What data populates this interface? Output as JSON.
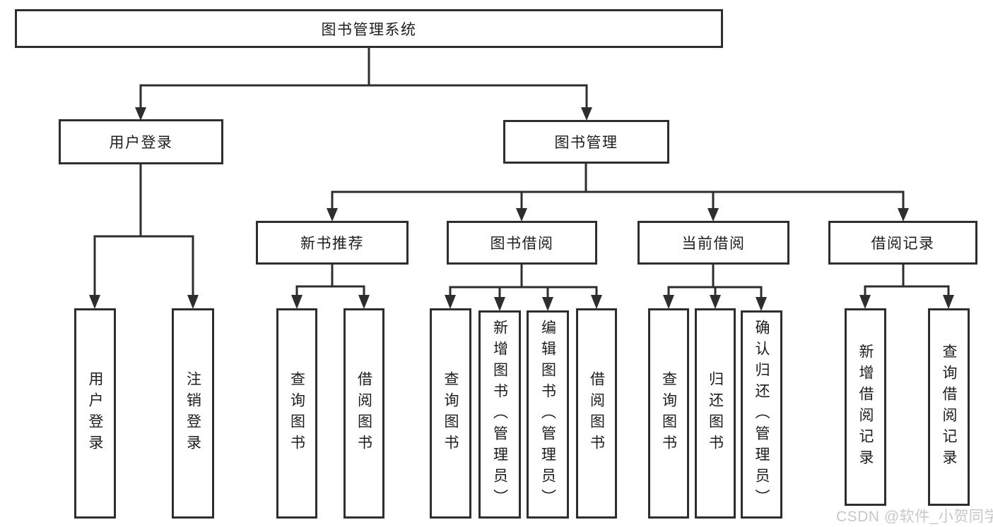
{
  "diagram": {
    "title": "图书管理系统",
    "watermark": "CSDN @软件_小贺同学",
    "colors": {
      "line": "#2e2e2e",
      "text": "#1d1d1d",
      "background": "#ffffff",
      "watermark": "#c7c7c7"
    },
    "nodes": {
      "root": {
        "label": "图书管理系统"
      },
      "user_login": {
        "label": "用户登录"
      },
      "book_mgmt": {
        "label": "图书管理"
      },
      "new_book_rec": {
        "label": "新书推荐"
      },
      "book_borrow": {
        "label": "图书借阅"
      },
      "current_borrow": {
        "label": "当前借阅"
      },
      "borrow_record": {
        "label": "借阅记录"
      },
      "leaf_user_login": {
        "label": "用户登录"
      },
      "leaf_logout": {
        "label": "注销登录"
      },
      "rec_query_book": {
        "label": "查询图书"
      },
      "rec_borrow_book": {
        "label": "借阅图书"
      },
      "bb_query_book": {
        "label": "查询图书"
      },
      "bb_add_book": {
        "label": "新增图书（管理员）"
      },
      "bb_edit_book": {
        "label": "编辑图书（管理员）"
      },
      "bb_borrow_book": {
        "label": "借阅图书"
      },
      "cb_query_book": {
        "label": "查询图书"
      },
      "cb_return_book": {
        "label": "归还图书"
      },
      "cb_confirm_return": {
        "label": "确认归还（管理员）"
      },
      "br_add_record": {
        "label": "新增借阅记录"
      },
      "br_query_record": {
        "label": "查询借阅记录"
      }
    },
    "hierarchy": {
      "图书管理系统": {
        "用户登录": [
          "用户登录",
          "注销登录"
        ],
        "图书管理": {
          "新书推荐": [
            "查询图书",
            "借阅图书"
          ],
          "图书借阅": [
            "查询图书",
            "新增图书（管理员）",
            "编辑图书（管理员）",
            "借阅图书"
          ],
          "当前借阅": [
            "查询图书",
            "归还图书",
            "确认归还（管理员）"
          ],
          "借阅记录": [
            "新增借阅记录",
            "查询借阅记录"
          ]
        }
      }
    }
  }
}
